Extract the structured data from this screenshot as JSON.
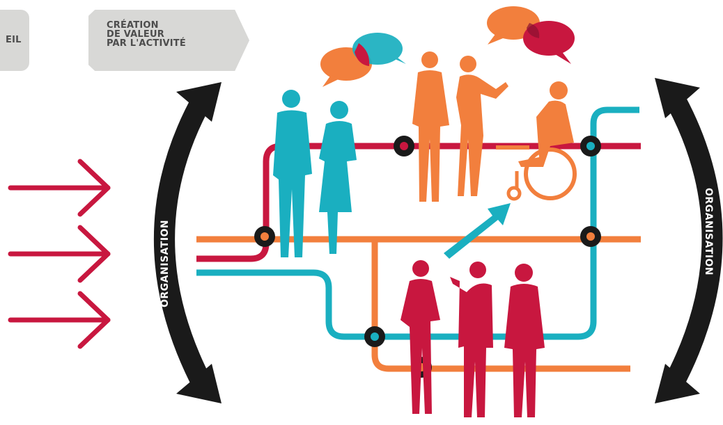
{
  "tags": {
    "left_label": "EIL",
    "right_label": "CRÉATION\nDE VALEUR\nPAR L'ACTIVITÉ"
  },
  "arcs": {
    "left_label": "ORGANISATION",
    "right_label": "ORGANISATION"
  },
  "colors": {
    "crimson": "#c8173f",
    "orange": "#f27f3d",
    "teal": "#1aafc0",
    "black": "#1a1a1a",
    "tag_bg": "#d8d8d6"
  },
  "icons": [
    "arrow-right-icon",
    "double-arrow-icon",
    "speech-bubble-icon",
    "person-icon",
    "wheelchair-icon",
    "diagonal-arrow-icon"
  ]
}
